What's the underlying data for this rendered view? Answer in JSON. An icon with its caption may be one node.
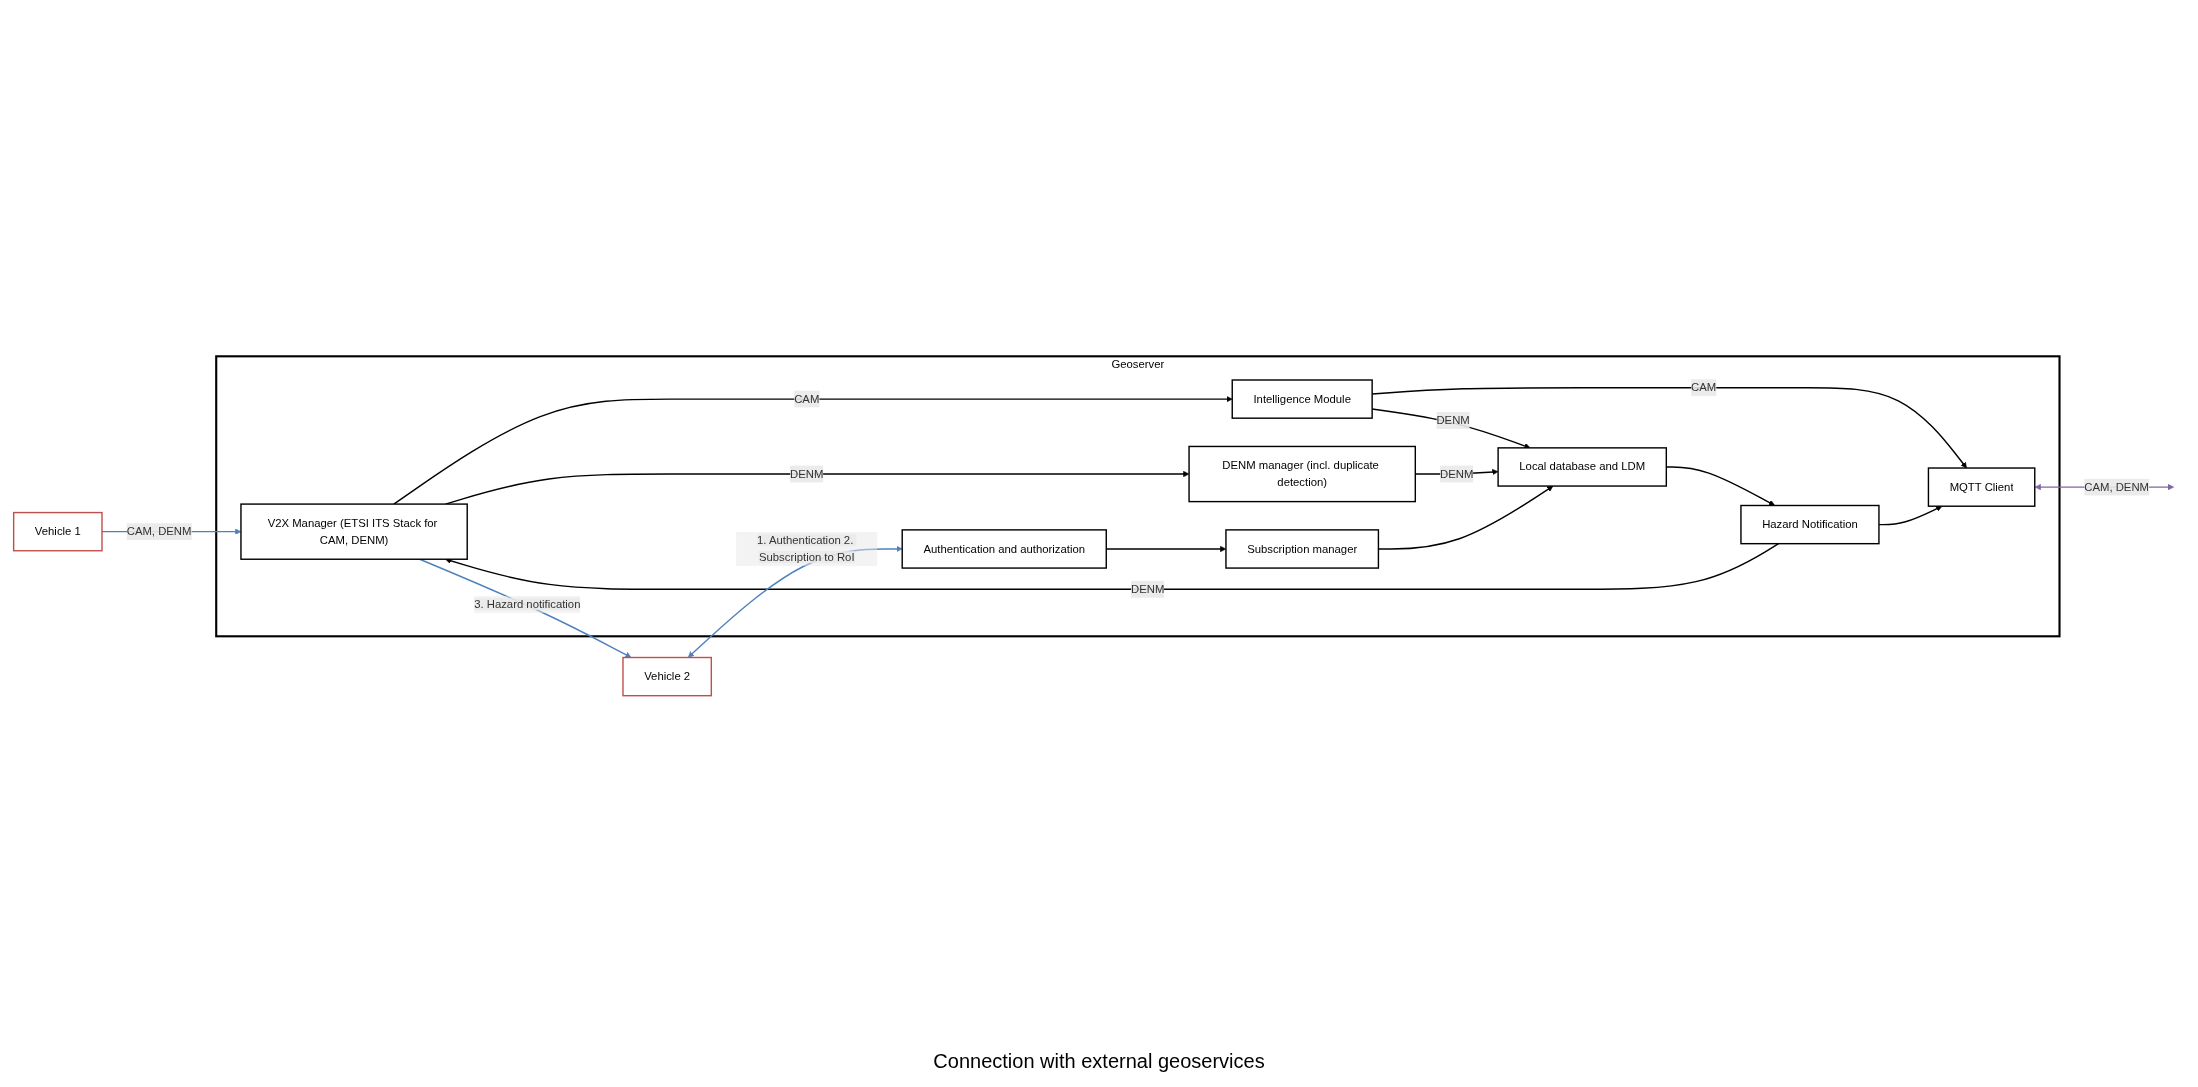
{
  "diagram": {
    "nodes": [
      {
        "text": [
          "Geoserver"
        ]
      },
      {
        "text": [
          "V2X Manager (ETSI ITS Stack for CAM, DENM)"
        ],
        "in": 0
      },
      {
        "text": [
          "Intelligence Module"
        ],
        "in": 0
      },
      {
        "text": [
          "MQTT Client"
        ],
        "in": 0
      },
      {
        "text": [
          "Hazard Notification"
        ],
        "in": 0
      },
      {
        "text": [
          "Local database and LDM"
        ],
        "in": 0
      },
      {
        "text": [
          "DENM manager (incl. duplicate detection)"
        ],
        "in": 0
      },
      {
        "text": [
          "Subscription manager"
        ],
        "in": 0
      },
      {
        "text": [
          "Authentication and authorization"
        ],
        "in": 0
      },
      {
        "text": [
          "Vehicle 1"
        ]
      },
      {
        "text": [
          "Vehicle 2"
        ]
      }
    ],
    "edges": [
      {
        "from": 1,
        "to": 2,
        "arrow": "to",
        "label": "CAM"
      },
      {
        "from": 2,
        "to": 3,
        "arrow": "to",
        "label": "CAM"
      },
      {
        "from": 2,
        "to": 5,
        "arrow": "to",
        "label": "DENM"
      },
      {
        "from": 4,
        "to": 1,
        "arrow": "to",
        "label": "DENM"
      },
      {
        "from": 4,
        "to": 3,
        "arrow": "to"
      },
      {
        "from": 5,
        "to": 4,
        "arrow": "to"
      },
      {
        "from": 6,
        "to": 5,
        "arrow": "to",
        "label": "DENM"
      },
      {
        "from": 7,
        "to": 5,
        "arrow": "to"
      },
      {
        "from": 1,
        "to": 6,
        "arrow": "to",
        "label": "DENM"
      },
      {
        "from": 8,
        "to": 7,
        "arrow": "to"
      },
      {
        "from": 3,
        "to": null,
        "arrow": "both",
        "label": "CAM, DENM",
        "color": "#8064a2"
      },
      {
        "from": 9,
        "to": 1,
        "arrow": "to",
        "label": "CAM, DENM",
        "color": "#4f81bd"
      },
      {
        "from": 10,
        "to": 8,
        "arrow": "both",
        "label": "1. Authentication 2. Subscription to RoI",
        "color": "#4f81bd"
      },
      {
        "from": 1,
        "to": 10,
        "arrow": "to",
        "label": "3. Hazard notification",
        "color": "#4f81bd"
      }
    ],
    "labels": [
      "Connection with external geoservices"
    ]
  }
}
